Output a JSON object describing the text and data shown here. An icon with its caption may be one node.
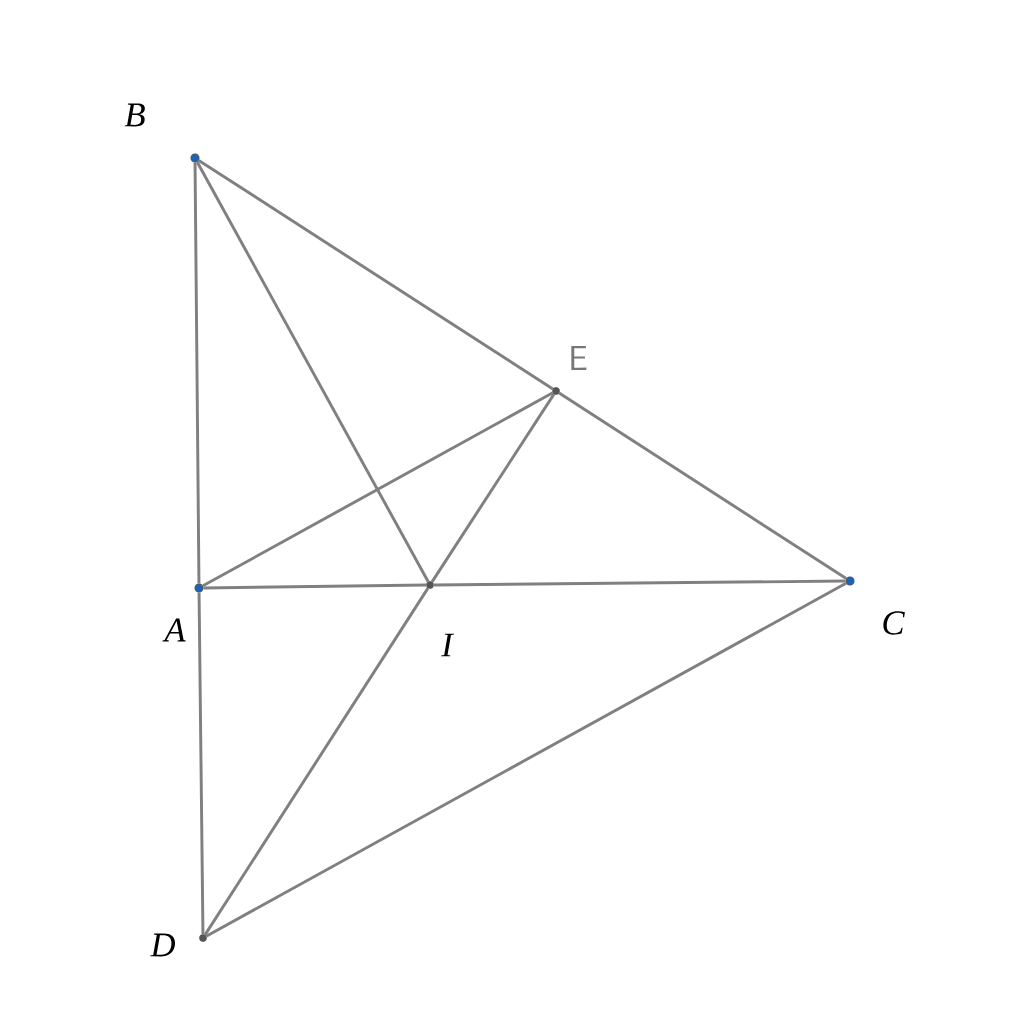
{
  "diagram": {
    "nodes": [
      {
        "text": [
          "B"
        ]
      },
      {
        "text": [
          "E"
        ]
      },
      {
        "text": [
          "A"
        ]
      },
      {
        "text": [
          "I"
        ]
      },
      {
        "text": [
          "C"
        ]
      },
      {
        "text": [
          "D"
        ]
      }
    ],
    "edges": [
      {
        "from": 0,
        "to": 2,
        "arrow": "none"
      },
      {
        "from": 0,
        "to": 3,
        "arrow": "none"
      },
      {
        "from": 0,
        "to": 1,
        "arrow": "none"
      },
      {
        "from": 1,
        "to": 4,
        "arrow": "none"
      },
      {
        "from": 2,
        "to": 1,
        "arrow": "none"
      },
      {
        "from": 1,
        "to": 3,
        "arrow": "none"
      },
      {
        "from": 2,
        "to": 3,
        "arrow": "none"
      },
      {
        "from": 3,
        "to": 4,
        "arrow": "none"
      },
      {
        "from": 2,
        "to": 5,
        "arrow": "none"
      },
      {
        "from": 3,
        "to": 5,
        "arrow": "none"
      },
      {
        "from": 5,
        "to": 4,
        "arrow": "none"
      }
    ]
  }
}
